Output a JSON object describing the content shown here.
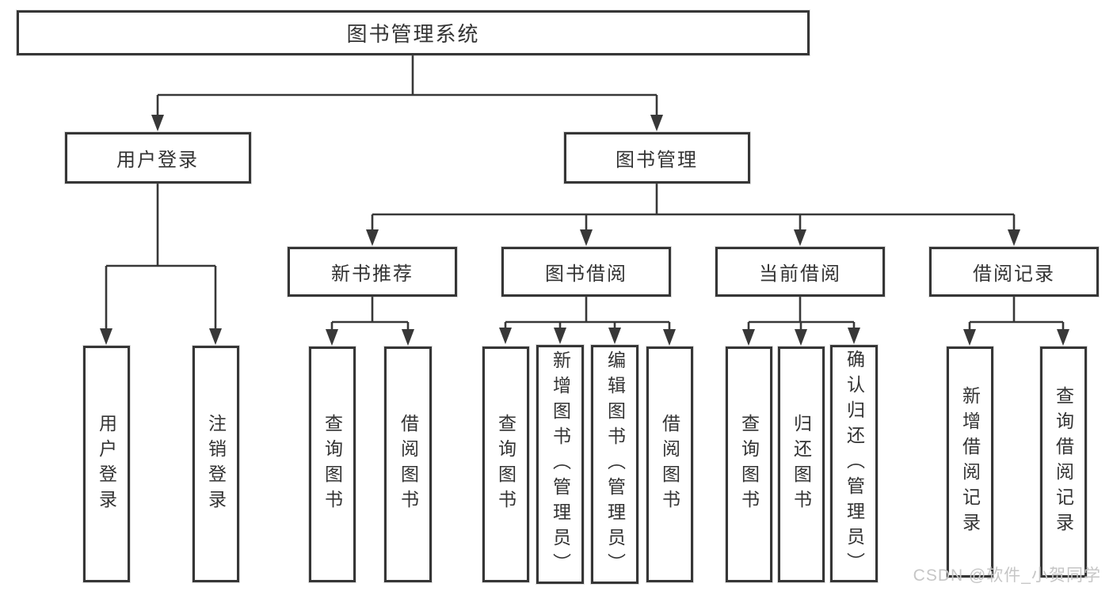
{
  "diagram": {
    "root": {
      "label": "图书管理系统",
      "children": [
        {
          "label": "用户登录",
          "children": [
            {
              "label": "用户登录"
            },
            {
              "label": "注销登录"
            }
          ]
        },
        {
          "label": "图书管理",
          "children": [
            {
              "label": "新书推荐",
              "children": [
                {
                  "label": "查询图书"
                },
                {
                  "label": "借阅图书"
                }
              ]
            },
            {
              "label": "图书借阅",
              "children": [
                {
                  "label": "查询图书"
                },
                {
                  "label": "新增图书（管理员）"
                },
                {
                  "label": "编辑图书（管理员）"
                },
                {
                  "label": "借阅图书"
                }
              ]
            },
            {
              "label": "当前借阅",
              "children": [
                {
                  "label": "查询图书"
                },
                {
                  "label": "归还图书"
                },
                {
                  "label": "确认归还（管理员）"
                }
              ]
            },
            {
              "label": "借阅记录",
              "children": [
                {
                  "label": "新增借阅记录"
                },
                {
                  "label": "查询借阅记录"
                }
              ]
            }
          ]
        }
      ]
    },
    "watermark": "CSDN @软件_小贺同学",
    "colors": {
      "line": "#383838",
      "box_border": "#363636",
      "text": "#333333",
      "watermark": "#c6c6c6",
      "background": "#ffffff"
    }
  }
}
